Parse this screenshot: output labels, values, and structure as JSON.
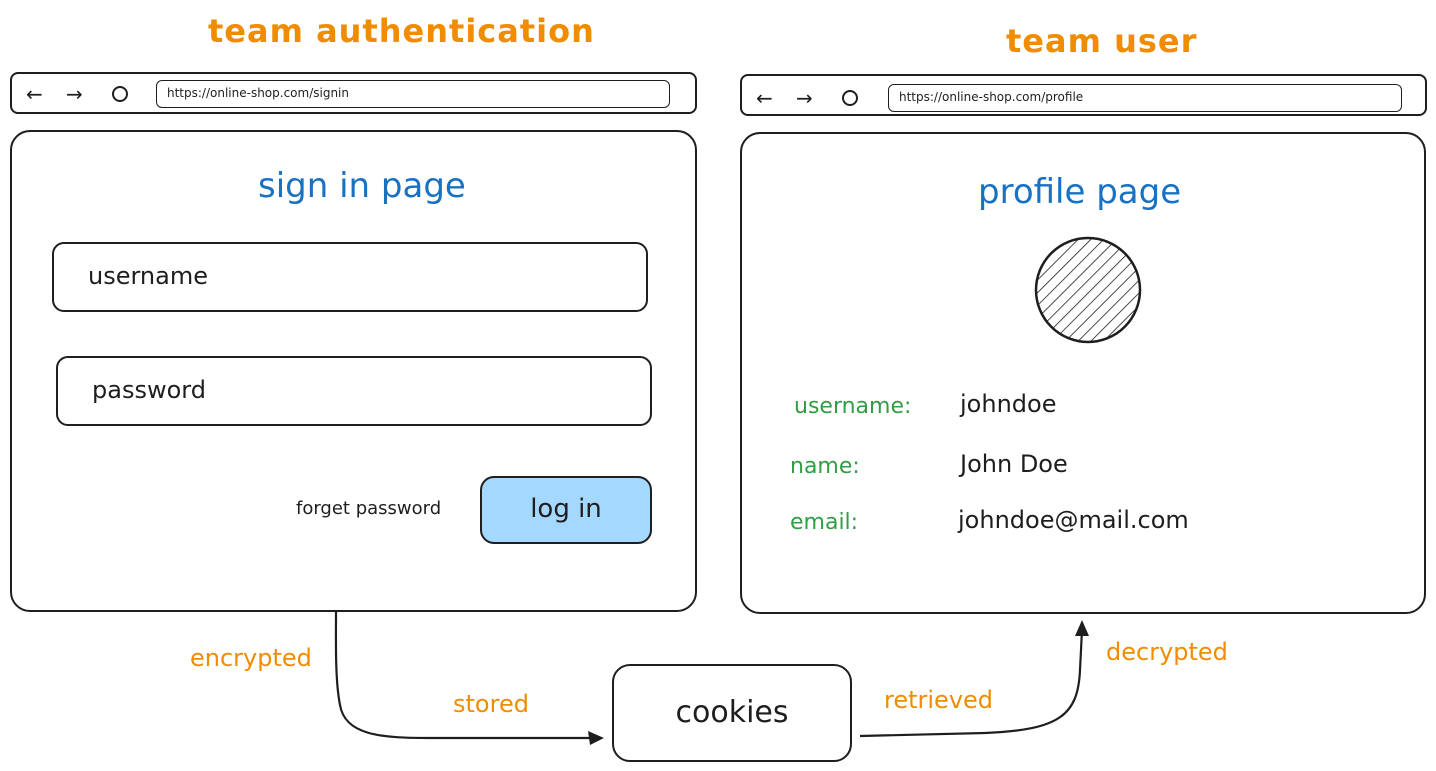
{
  "left": {
    "team_title": "team authentication",
    "url": "https://online-shop.com/signin",
    "page_title": "sign in page",
    "username_placeholder": "username",
    "password_placeholder": "password",
    "forgot_label": "forget password",
    "login_label": "log in"
  },
  "right": {
    "team_title": "team user",
    "url": "https://online-shop.com/profile",
    "page_title": "profile page",
    "fields": [
      {
        "label": "username:",
        "value": "johndoe"
      },
      {
        "label": "name:",
        "value": "John Doe"
      },
      {
        "label": "email:",
        "value": "johndoe@mail.com"
      }
    ]
  },
  "flow": {
    "encrypted": "encrypted",
    "stored": "stored",
    "cookies": "cookies",
    "retrieved": "retrieved",
    "decrypted": "decrypted"
  },
  "icons": {
    "back": "←",
    "forward": "→"
  },
  "colors": {
    "orange": "#f08c00",
    "blue": "#1971c2",
    "green": "#2f9e44",
    "button_fill": "#a5d8ff"
  }
}
